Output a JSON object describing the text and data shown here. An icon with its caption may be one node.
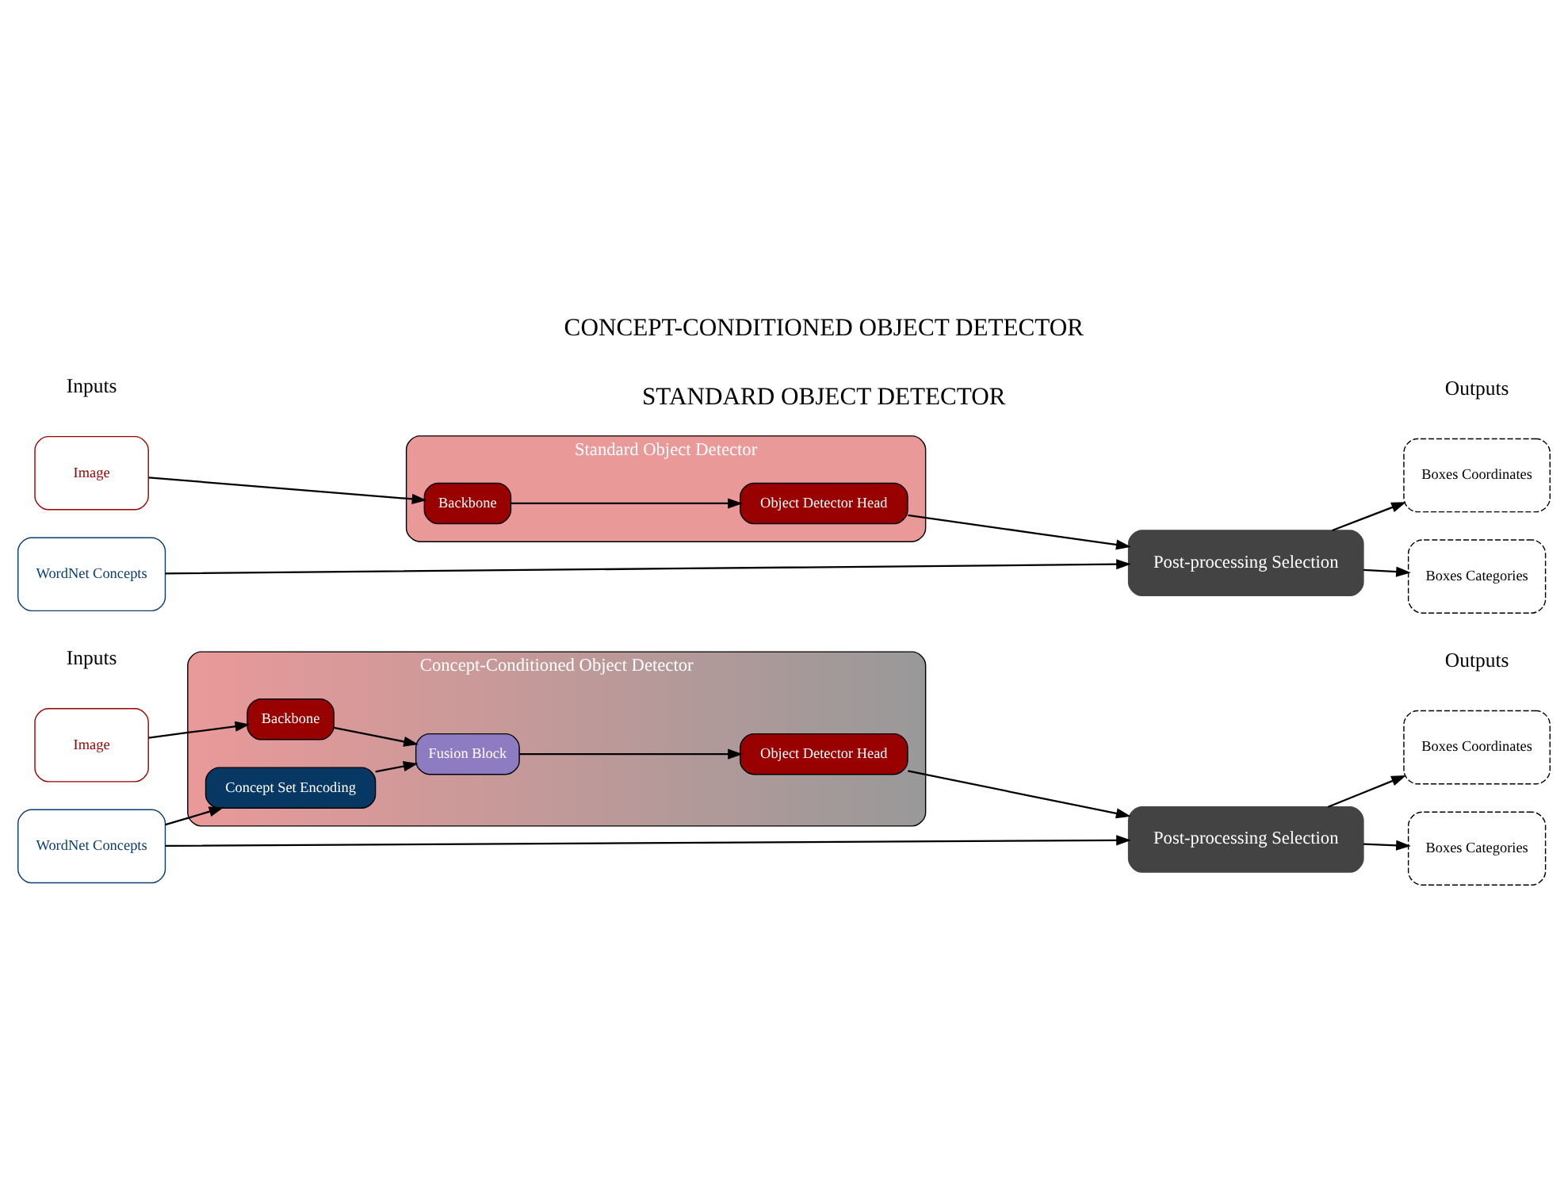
{
  "diagram": {
    "nodes": [
      {
        "text": [
          "Standard Object Detector"
        ]
      },
      {
        "text": [
          "Image"
        ]
      },
      {
        "text": [
          "Backbone"
        ],
        "in": 0
      },
      {
        "text": [
          "Object Detector Head"
        ],
        "in": 0
      },
      {
        "text": [
          "WordNet Concepts"
        ]
      },
      {
        "text": [
          "Post-processing Selection"
        ]
      },
      {
        "text": [
          "Boxes Coordinates"
        ]
      },
      {
        "text": [
          "Boxes Categories"
        ]
      },
      {
        "text": [
          "Concept-Conditioned Object Detector"
        ]
      },
      {
        "text": [
          "Image"
        ]
      },
      {
        "text": [
          "Backbone"
        ],
        "in": 8
      },
      {
        "text": [
          "Fusion Block"
        ],
        "in": 8
      },
      {
        "text": [
          "Object Detector Head"
        ],
        "in": 8
      },
      {
        "text": [
          "Concept Set Encoding"
        ],
        "in": 8
      },
      {
        "text": [
          "WordNet Concepts"
        ]
      },
      {
        "text": [
          "Post-processing Selection"
        ]
      },
      {
        "text": [
          "Boxes Coordinates"
        ]
      },
      {
        "text": [
          "Boxes Categories"
        ]
      }
    ],
    "edges": [
      {
        "from": 1,
        "to": 2,
        "arrow": "to"
      },
      {
        "from": 2,
        "to": 3,
        "arrow": "to"
      },
      {
        "from": 3,
        "to": 5,
        "arrow": "to"
      },
      {
        "from": 4,
        "to": 5,
        "arrow": "to"
      },
      {
        "from": 5,
        "to": 6,
        "arrow": "to"
      },
      {
        "from": 5,
        "to": 7,
        "arrow": "to"
      },
      {
        "from": 9,
        "to": 10,
        "arrow": "to"
      },
      {
        "from": 10,
        "to": 11,
        "arrow": "to"
      },
      {
        "from": 11,
        "to": 12,
        "arrow": "to"
      },
      {
        "from": 12,
        "to": 15,
        "arrow": "to"
      },
      {
        "from": 13,
        "to": 11,
        "arrow": "to"
      },
      {
        "from": 14,
        "to": 13,
        "arrow": "to"
      },
      {
        "from": 14,
        "to": 15,
        "arrow": "to"
      },
      {
        "from": 15,
        "to": 16,
        "arrow": "to"
      },
      {
        "from": 15,
        "to": 17,
        "arrow": "to"
      }
    ],
    "labels": [
      "STANDARD OBJECT DETECTOR",
      "Inputs",
      "Outputs",
      "CONCEPT-CONDITIONED OBJECT DETECTOR",
      "Inputs",
      "Outputs"
    ]
  }
}
